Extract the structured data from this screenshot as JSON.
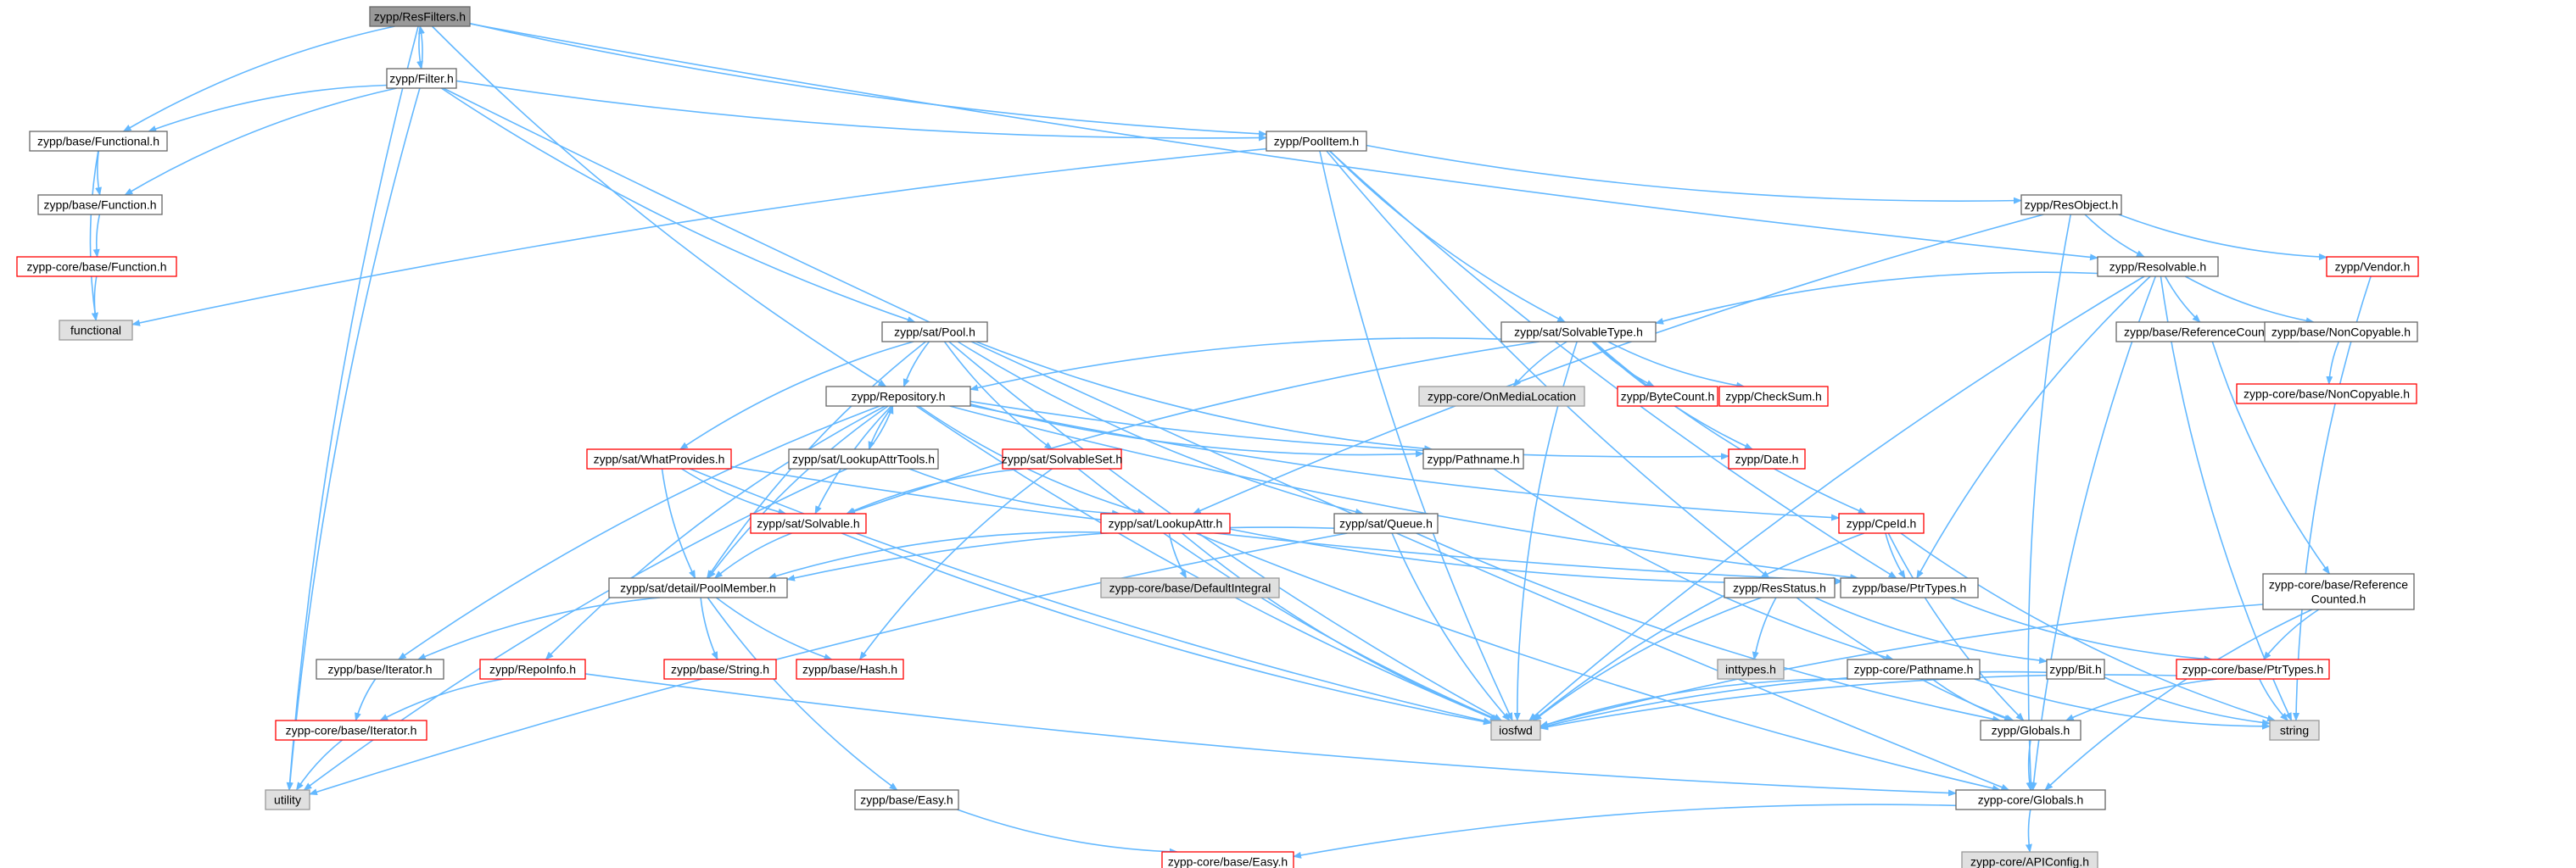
{
  "diagram": {
    "nodes": [
      {
        "id": "resfilters",
        "label": "zypp/ResFilters.h",
        "style": "root"
      },
      {
        "id": "filter",
        "label": "zypp/Filter.h",
        "style": "normal"
      },
      {
        "id": "functional_h",
        "label": "zypp/base/Functional.h",
        "style": "normal"
      },
      {
        "id": "function_h",
        "label": "zypp/base/Function.h",
        "style": "normal"
      },
      {
        "id": "core_function",
        "label": "zypp-core/base/Function.h",
        "style": "red"
      },
      {
        "id": "functional",
        "label": "functional",
        "style": "gray"
      },
      {
        "id": "poolitem",
        "label": "zypp/PoolItem.h",
        "style": "normal"
      },
      {
        "id": "resobject",
        "label": "zypp/ResObject.h",
        "style": "normal"
      },
      {
        "id": "vendor",
        "label": "zypp/Vendor.h",
        "style": "red"
      },
      {
        "id": "resolvable",
        "label": "zypp/Resolvable.h",
        "style": "normal"
      },
      {
        "id": "satpool",
        "label": "zypp/sat/Pool.h",
        "style": "normal"
      },
      {
        "id": "solvabletype",
        "label": "zypp/sat/SolvableType.h",
        "style": "normal"
      },
      {
        "id": "refcounted",
        "label": "zypp/base/ReferenceCounted.h",
        "style": "normal"
      },
      {
        "id": "noncopyable",
        "label": "zypp/base/NonCopyable.h",
        "style": "normal"
      },
      {
        "id": "core_noncopyable",
        "label": "zypp-core/base/NonCopyable.h",
        "style": "red"
      },
      {
        "id": "repository",
        "label": "zypp/Repository.h",
        "style": "normal"
      },
      {
        "id": "onmedialocation",
        "label": "zypp-core/OnMediaLocation",
        "style": "gray"
      },
      {
        "id": "bytecount",
        "label": "zypp/ByteCount.h",
        "style": "red"
      },
      {
        "id": "checksum",
        "label": "zypp/CheckSum.h",
        "style": "red"
      },
      {
        "id": "whatprovides",
        "label": "zypp/sat/WhatProvides.h",
        "style": "red"
      },
      {
        "id": "lookupattrtools",
        "label": "zypp/sat/LookupAttrTools.h",
        "style": "normal"
      },
      {
        "id": "solvableset",
        "label": "zypp/sat/SolvableSet.h",
        "style": "red"
      },
      {
        "id": "pathname",
        "label": "zypp/Pathname.h",
        "style": "normal"
      },
      {
        "id": "date",
        "label": "zypp/Date.h",
        "style": "red"
      },
      {
        "id": "solvable",
        "label": "zypp/sat/Solvable.h",
        "style": "red"
      },
      {
        "id": "lookupattr",
        "label": "zypp/sat/LookupAttr.h",
        "style": "red"
      },
      {
        "id": "queue",
        "label": "zypp/sat/Queue.h",
        "style": "normal"
      },
      {
        "id": "cpeid",
        "label": "zypp/CpeId.h",
        "style": "red"
      },
      {
        "id": "poolmember",
        "label": "zypp/sat/detail/PoolMember.h",
        "style": "normal"
      },
      {
        "id": "defaultintegral",
        "label": "zypp-core/base/DefaultIntegral",
        "style": "gray"
      },
      {
        "id": "ptrtypes",
        "label": "zypp/base/PtrTypes.h",
        "style": "normal"
      },
      {
        "id": "core_refcounted",
        "label": "zypp-core/base/Reference\nCounted.h",
        "style": "normal"
      },
      {
        "id": "resstatus",
        "label": "zypp/ResStatus.h",
        "style": "normal"
      },
      {
        "id": "iterator",
        "label": "zypp/base/Iterator.h",
        "style": "normal"
      },
      {
        "id": "repoinfo",
        "label": "zypp/RepoInfo.h",
        "style": "red"
      },
      {
        "id": "string_h",
        "label": "zypp/base/String.h",
        "style": "red"
      },
      {
        "id": "hash",
        "label": "zypp/base/Hash.h",
        "style": "red"
      },
      {
        "id": "inttypes",
        "label": "inttypes.h",
        "style": "gray"
      },
      {
        "id": "core_pathname",
        "label": "zypp-core/Pathname.h",
        "style": "normal"
      },
      {
        "id": "bit",
        "label": "zypp/Bit.h",
        "style": "normal"
      },
      {
        "id": "core_ptrtypes",
        "label": "zypp-core/base/PtrTypes.h",
        "style": "red"
      },
      {
        "id": "core_iterator",
        "label": "zypp-core/base/Iterator.h",
        "style": "red"
      },
      {
        "id": "iosfwd",
        "label": "iosfwd",
        "style": "gray"
      },
      {
        "id": "string",
        "label": "string",
        "style": "gray"
      },
      {
        "id": "globals",
        "label": "zypp/Globals.h",
        "style": "normal"
      },
      {
        "id": "utility",
        "label": "utility",
        "style": "gray"
      },
      {
        "id": "easy",
        "label": "zypp/base/Easy.h",
        "style": "normal"
      },
      {
        "id": "core_globals",
        "label": "zypp-core/Globals.h",
        "style": "normal"
      },
      {
        "id": "core_easy",
        "label": "zypp-core/base/Easy.h",
        "style": "red"
      },
      {
        "id": "apiconfig",
        "label": "zypp-core/APIConfig.h",
        "style": "gray"
      }
    ],
    "edges": [
      [
        "resfilters",
        "filter"
      ],
      [
        "resfilters",
        "functional_h"
      ],
      [
        "resfilters",
        "utility"
      ],
      [
        "resfilters",
        "poolitem"
      ],
      [
        "resfilters",
        "repository"
      ],
      [
        "resfilters",
        "resolvable"
      ],
      [
        "filter",
        "resfilters"
      ],
      [
        "filter",
        "functional_h"
      ],
      [
        "filter",
        "function_h"
      ],
      [
        "filter",
        "utility"
      ],
      [
        "filter",
        "poolitem"
      ],
      [
        "filter",
        "satpool"
      ],
      [
        "filter",
        "core_globals"
      ],
      [
        "functional_h",
        "function_h"
      ],
      [
        "functional_h",
        "functional"
      ],
      [
        "function_h",
        "core_function"
      ],
      [
        "core_function",
        "functional"
      ],
      [
        "poolitem",
        "functional"
      ],
      [
        "poolitem",
        "resobject"
      ],
      [
        "poolitem",
        "solvabletype"
      ],
      [
        "poolitem",
        "iosfwd"
      ],
      [
        "poolitem",
        "resstatus"
      ],
      [
        "poolitem",
        "ptrtypes"
      ],
      [
        "resobject",
        "resolvable"
      ],
      [
        "resobject",
        "vendor"
      ],
      [
        "resobject",
        "lookupattr"
      ],
      [
        "resobject",
        "core_globals"
      ],
      [
        "vendor",
        "string"
      ],
      [
        "resolvable",
        "solvabletype"
      ],
      [
        "resolvable",
        "refcounted"
      ],
      [
        "resolvable",
        "noncopyable"
      ],
      [
        "resolvable",
        "ptrtypes"
      ],
      [
        "resolvable",
        "string"
      ],
      [
        "resolvable",
        "iosfwd"
      ],
      [
        "resolvable",
        "core_globals"
      ],
      [
        "satpool",
        "repository"
      ],
      [
        "satpool",
        "whatprovides"
      ],
      [
        "satpool",
        "solvableset"
      ],
      [
        "satpool",
        "pathname"
      ],
      [
        "satpool",
        "queue"
      ],
      [
        "satpool",
        "iosfwd"
      ],
      [
        "satpool",
        "poolmember"
      ],
      [
        "solvabletype",
        "repository"
      ],
      [
        "solvabletype",
        "onmedialocation"
      ],
      [
        "solvabletype",
        "bytecount"
      ],
      [
        "solvabletype",
        "checksum"
      ],
      [
        "solvabletype",
        "cpeid"
      ],
      [
        "solvabletype",
        "date"
      ],
      [
        "solvabletype",
        "iosfwd"
      ],
      [
        "solvabletype",
        "solvable"
      ],
      [
        "refcounted",
        "core_refcounted"
      ],
      [
        "noncopyable",
        "core_noncopyable"
      ],
      [
        "repository",
        "iosfwd"
      ],
      [
        "repository",
        "poolmember"
      ],
      [
        "repository",
        "lookupattrtools"
      ],
      [
        "repository",
        "solvable"
      ],
      [
        "repository",
        "lookupattr"
      ],
      [
        "repository",
        "pathname"
      ],
      [
        "repository",
        "date"
      ],
      [
        "repository",
        "cpeid"
      ],
      [
        "repository",
        "iterator"
      ],
      [
        "repository",
        "repoinfo"
      ],
      [
        "repository",
        "ptrtypes"
      ],
      [
        "lookupattrtools",
        "repository"
      ],
      [
        "lookupattrtools",
        "lookupattr"
      ],
      [
        "lookupattrtools",
        "utility"
      ],
      [
        "whatprovides",
        "solvable"
      ],
      [
        "whatprovides",
        "poolmember"
      ],
      [
        "whatprovides",
        "iosfwd"
      ],
      [
        "whatprovides",
        "ptrtypes"
      ],
      [
        "solvableset",
        "solvable"
      ],
      [
        "solvableset",
        "hash"
      ],
      [
        "solvableset",
        "iosfwd"
      ],
      [
        "pathname",
        "core_pathname"
      ],
      [
        "solvable",
        "poolmember"
      ],
      [
        "solvable",
        "iosfwd"
      ],
      [
        "lookupattr",
        "poolmember"
      ],
      [
        "lookupattr",
        "defaultintegral"
      ],
      [
        "lookupattr",
        "ptrtypes"
      ],
      [
        "lookupattr",
        "iosfwd"
      ],
      [
        "lookupattr",
        "core_globals"
      ],
      [
        "queue",
        "poolmember"
      ],
      [
        "queue",
        "iosfwd"
      ],
      [
        "queue",
        "globals"
      ],
      [
        "queue",
        "utility"
      ],
      [
        "cpeid",
        "iosfwd"
      ],
      [
        "cpeid",
        "ptrtypes"
      ],
      [
        "cpeid",
        "string"
      ],
      [
        "cpeid",
        "globals"
      ],
      [
        "poolmember",
        "iterator"
      ],
      [
        "poolmember",
        "string_h"
      ],
      [
        "poolmember",
        "hash"
      ],
      [
        "poolmember",
        "easy"
      ],
      [
        "ptrtypes",
        "core_ptrtypes"
      ],
      [
        "core_refcounted",
        "core_ptrtypes"
      ],
      [
        "core_refcounted",
        "iosfwd"
      ],
      [
        "core_refcounted",
        "core_globals"
      ],
      [
        "resstatus",
        "iosfwd"
      ],
      [
        "resstatus",
        "inttypes"
      ],
      [
        "resstatus",
        "bit"
      ],
      [
        "resstatus",
        "globals"
      ],
      [
        "iterator",
        "core_iterator"
      ],
      [
        "repoinfo",
        "core_iterator"
      ],
      [
        "repoinfo",
        "core_globals"
      ],
      [
        "core_pathname",
        "iosfwd"
      ],
      [
        "core_pathname",
        "string"
      ],
      [
        "core_pathname",
        "globals"
      ],
      [
        "bit",
        "iosfwd"
      ],
      [
        "bit",
        "string"
      ],
      [
        "core_ptrtypes",
        "iosfwd"
      ],
      [
        "core_ptrtypes",
        "string"
      ],
      [
        "core_ptrtypes",
        "globals"
      ],
      [
        "core_iterator",
        "utility"
      ],
      [
        "globals",
        "core_globals"
      ],
      [
        "easy",
        "core_easy"
      ],
      [
        "core_globals",
        "core_easy"
      ],
      [
        "core_globals",
        "apiconfig"
      ]
    ],
    "colors": {
      "edge": "#63b8ff",
      "root_fill": "#999999",
      "gray_fill": "#e0e0e0",
      "gray_stroke": "#999999",
      "normal_stroke": "#666666",
      "red_stroke": "#ff0000",
      "box_fill": "#ffffff"
    }
  }
}
